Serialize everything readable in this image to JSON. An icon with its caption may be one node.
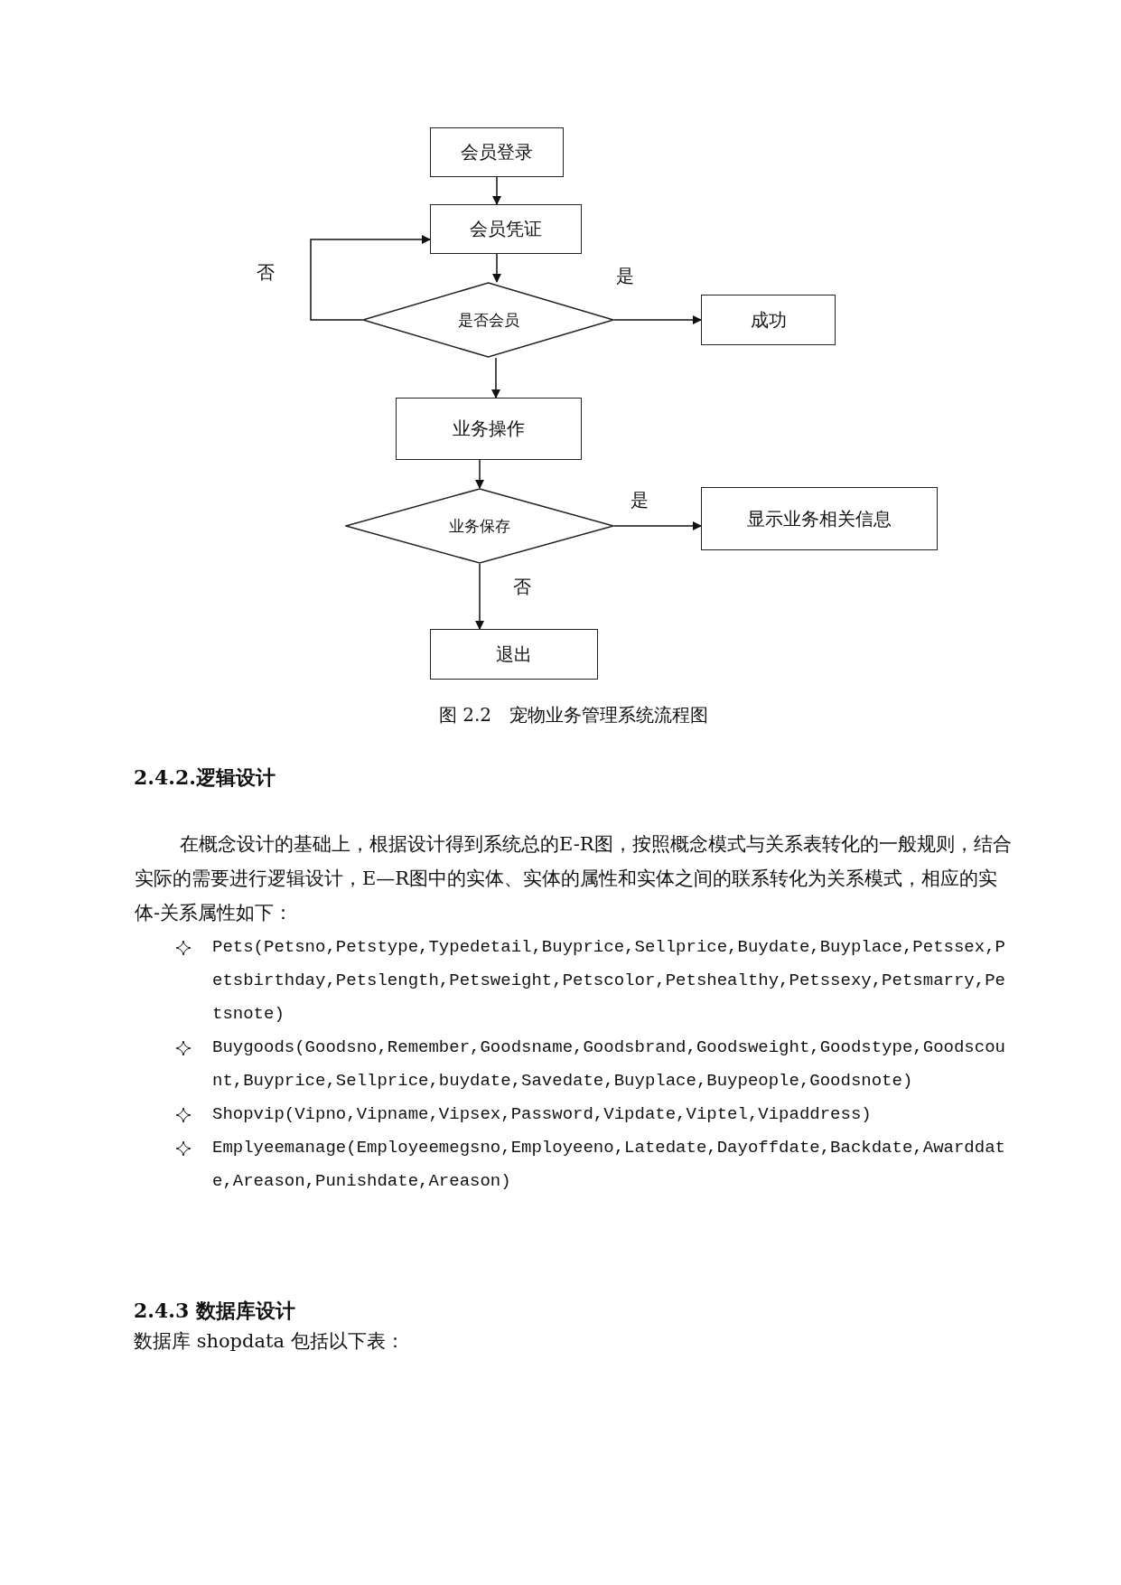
{
  "diagram": {
    "caption": "图 2.2　宠物业务管理系统流程图",
    "nodes": [
      {
        "text": [
          "会员登录"
        ]
      },
      {
        "text": [
          "会员凭证"
        ]
      },
      {
        "text": [
          "是否会员"
        ]
      },
      {
        "text": [
          "成功"
        ]
      },
      {
        "text": [
          "业务操作"
        ]
      },
      {
        "text": [
          "业务保存"
        ]
      },
      {
        "text": [
          "显示业务相关信息"
        ]
      },
      {
        "text": [
          "退出"
        ]
      }
    ],
    "edges": [
      {
        "from": 0,
        "to": 1,
        "arrow": "to"
      },
      {
        "from": 1,
        "to": 2,
        "arrow": "to"
      },
      {
        "from": 2,
        "to": 1,
        "arrow": "to",
        "label": "否"
      },
      {
        "from": 2,
        "to": 3,
        "arrow": "to",
        "label": "是"
      },
      {
        "from": 2,
        "to": 4,
        "arrow": "to"
      },
      {
        "from": 4,
        "to": 5,
        "arrow": "to"
      },
      {
        "from": 5,
        "to": 6,
        "arrow": "to",
        "label": "是"
      },
      {
        "from": 5,
        "to": 7,
        "arrow": "to",
        "label": "否"
      }
    ],
    "labels": [
      "2.4.2.逻辑设计",
      "在概念设计的基础上，根据设计得到系统总的E-R图，按照概念模式与关系表转化的一般规则，结合实际的需要进行逻辑设计，E—R图中的实体、实体的属性和实体之间的联系转化为关系模式，相应的实体-关系属性如下：",
      "Pets(Petsno,Petstype,Typedetail,Buyprice,Sellprice,Buydate,Buyplace,Petssex,Petsbirthday,Petslength,Petsweight,Petscolor,Petshealthy,Petssexy,Petsmarry,Petsnote)",
      "Buygoods(Goodsno,Remember,Goodsname,Goodsbrand,Goodsweight,Goodstype,Goodscount,Buyprice,Sellprice,buydate,Savedate,Buyplace,Buypeople,Goodsnote)",
      "Shopvip(Vipno,Vipname,Vipsex,Password,Vipdate,Viptel,Vipaddress)",
      "Emplyeemanage(Employeemegsno,Employeeno,Latedate,Dayoffdate,Backdate,Awarddate,Areason,Punishdate,Areason)",
      "2.4.3 数据库设计",
      "数据库 shopdata 包括以下表："
    ]
  }
}
